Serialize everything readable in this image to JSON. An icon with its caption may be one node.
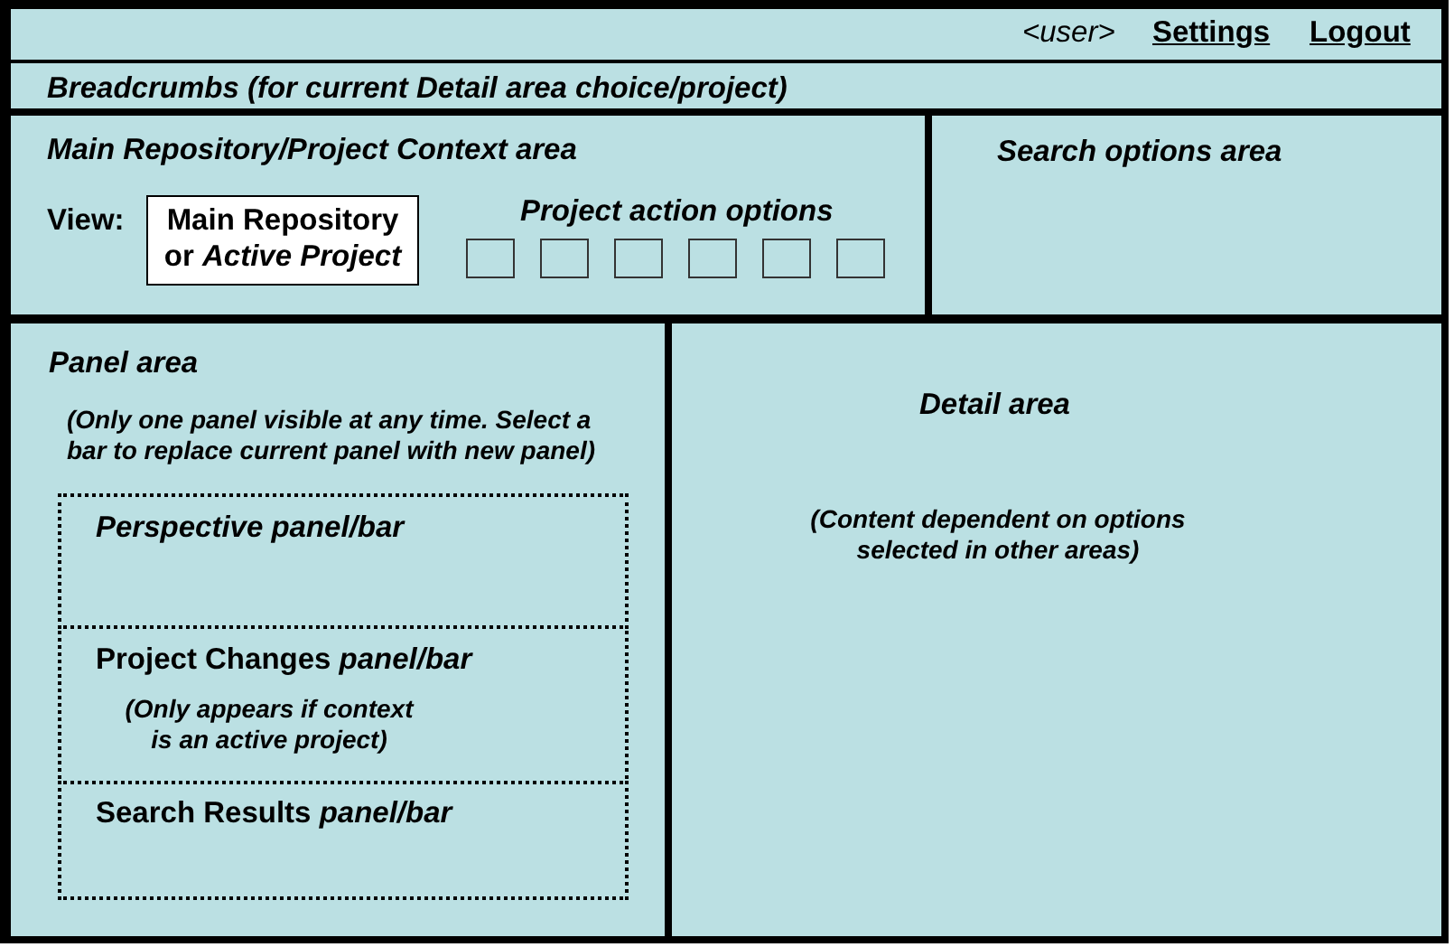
{
  "diagram": {
    "nodes": [
      {
        "text": [
          "<user>",
          "Settings",
          "Logout"
        ]
      },
      {
        "text": [
          "Breadcrumbs (for current Detail area choice/project)"
        ]
      },
      {
        "text": [
          "Main Repository/Project Context area",
          "View:",
          "Project action options"
        ]
      },
      {
        "text": [
          "Main Repository or *Active Project*"
        ],
        "in": 2
      },
      {
        "text": [],
        "shape": "box",
        "in": 2
      },
      {
        "text": [],
        "shape": "box",
        "in": 2
      },
      {
        "text": [],
        "shape": "box",
        "in": 2
      },
      {
        "text": [],
        "shape": "box",
        "in": 2
      },
      {
        "text": [],
        "shape": "box",
        "in": 2
      },
      {
        "text": [],
        "shape": "box",
        "in": 2
      },
      {
        "text": [
          "Search options area"
        ]
      },
      {
        "text": [
          "Panel area",
          "(Only one panel visible at any time. Select a bar to replace current panel with new panel)"
        ]
      },
      {
        "text": [
          "Perspective panel/bar"
        ],
        "in": 11
      },
      {
        "text": [
          "Project Changes *panel/bar*",
          "(Only appears if context is an active project)"
        ],
        "in": 11
      },
      {
        "text": [
          "Search Results *panel/bar*"
        ],
        "in": 11
      },
      {
        "text": [
          "Detail area",
          "(Content dependent on options selected in other areas)"
        ]
      }
    ]
  }
}
